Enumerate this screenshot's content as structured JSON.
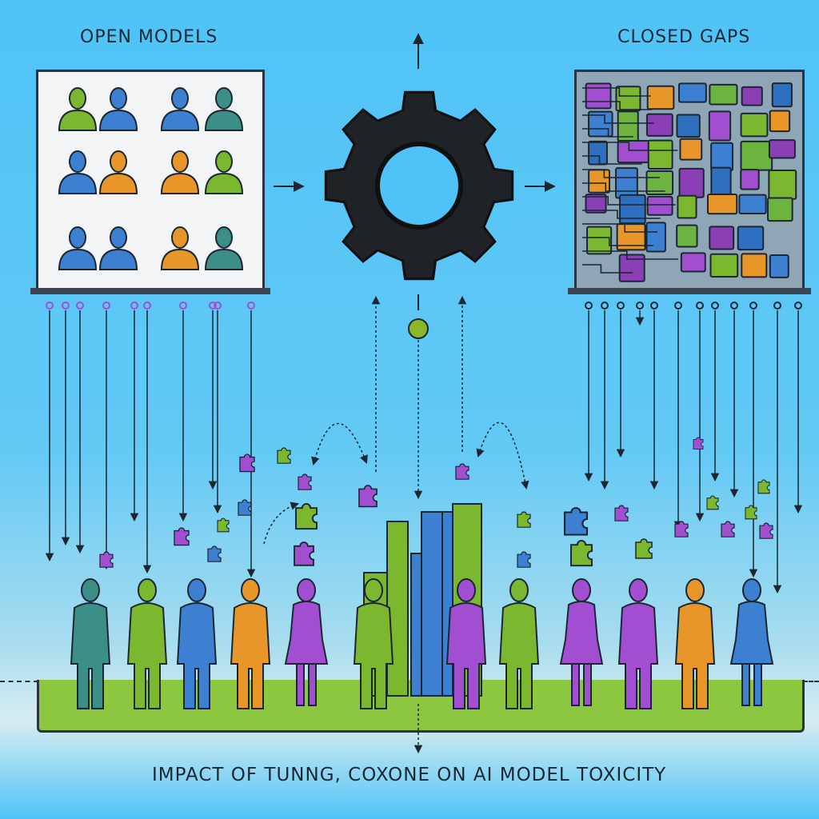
{
  "labels": {
    "left_title": "OPEN MODELS",
    "right_title": "CLOSED GAPS",
    "caption": "IMPACT OF TUNNG, COXONE ON AI MODEL TOXICITY"
  },
  "colors": {
    "sky": "#4fc3f7",
    "green": "#7cb82f",
    "blue": "#3d7fd1",
    "orange": "#e8962a",
    "teal": "#3c8f86",
    "purple": "#a14fd0",
    "gear": "#1f2226",
    "ground": "#8dc63f"
  },
  "icons": [
    "person-icon",
    "gear-icon",
    "puzzle-piece-icon",
    "arrow-right-icon",
    "arrow-up-icon",
    "bar-icon"
  ]
}
